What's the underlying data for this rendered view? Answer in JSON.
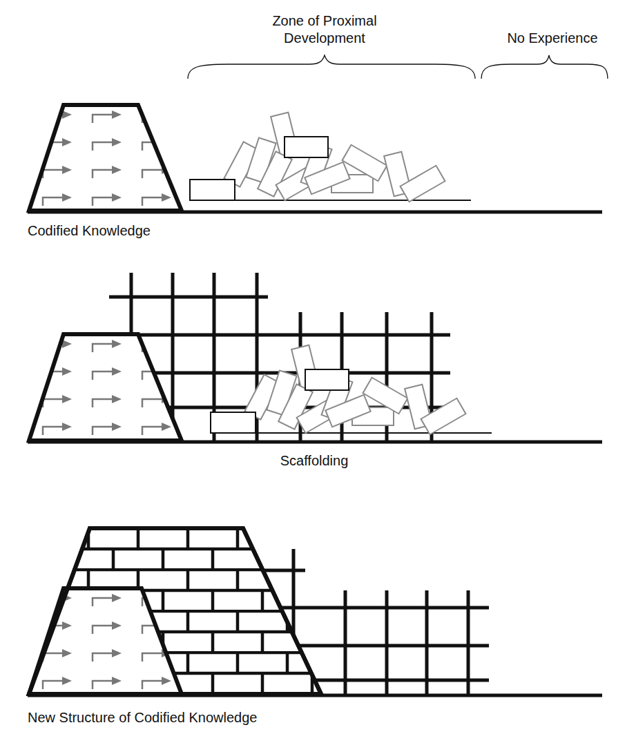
{
  "diagram": {
    "labels": [
      "Zone of Proximal Development",
      "No Experience",
      "Codified Knowledge",
      "Scaffolding",
      "New Structure of Codified Knowledge"
    ]
  }
}
